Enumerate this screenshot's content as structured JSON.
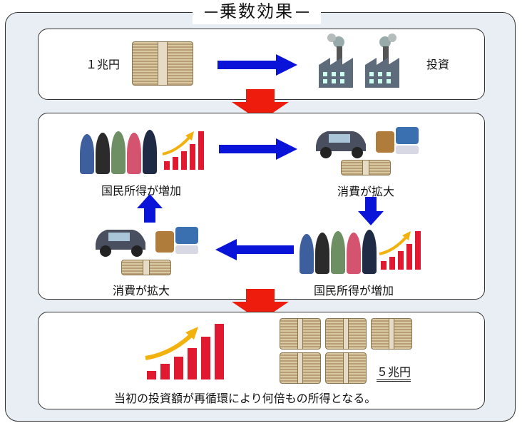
{
  "title": "乗数効果",
  "top": {
    "left_label": "１兆円",
    "right_label": "投資"
  },
  "cycle": {
    "income_top": "国民所得が増加",
    "consumption_right": "消費が拡大",
    "income_bottom": "国民所得が増加",
    "consumption_left": "消費が拡大"
  },
  "bottom": {
    "amount_label": "５兆円",
    "caption": "当初の投資額が再循環により何倍もの所得となる。"
  },
  "colors": {
    "blue_arrow": "#0a14d8",
    "red_arrow": "#ee1c0c",
    "bar_red": "#e01830",
    "gold_arrow": "#f2b20e"
  },
  "icons": [
    "money-stack-icon",
    "factory-icon",
    "people-icon",
    "growth-chart-icon",
    "car-icon",
    "shopping-goods-icon"
  ]
}
